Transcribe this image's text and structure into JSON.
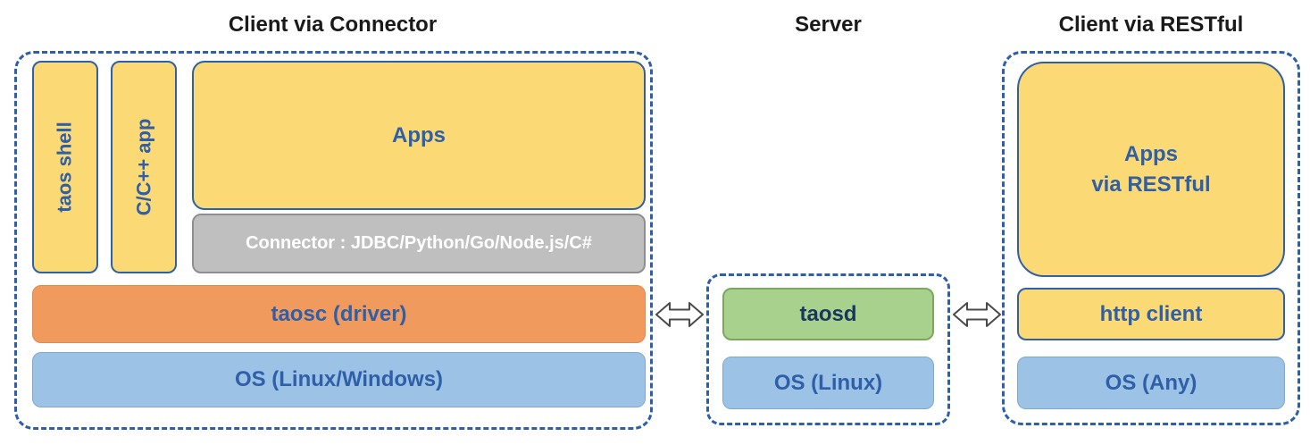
{
  "connector_section": {
    "title": "Client via Connector",
    "taos_shell": "taos shell",
    "cpp_app": "C/C++ app",
    "apps": "Apps",
    "connector": "Connector : JDBC/Python/Go/Node.js/C#",
    "taosc": "taosc (driver)",
    "os": "OS (Linux/Windows)"
  },
  "server_section": {
    "title": "Server",
    "taosd": "taosd",
    "os": "OS (Linux)"
  },
  "restful_section": {
    "title": "Client via RESTful",
    "apps": "Apps\nvia RESTful",
    "http_client": "http client",
    "os": "OS (Any)"
  },
  "colors": {
    "dashed_border": "#2e5fa8",
    "yellow_fill": "#fbd975",
    "gray_fill": "#bfbfbf",
    "orange_fill": "#f19a5e",
    "blue_fill": "#9cc3e6",
    "green_fill": "#a9d18e",
    "text_blue": "#2e5fa8",
    "text_dark": "#17375e",
    "title_text": "#1a1a1a"
  }
}
